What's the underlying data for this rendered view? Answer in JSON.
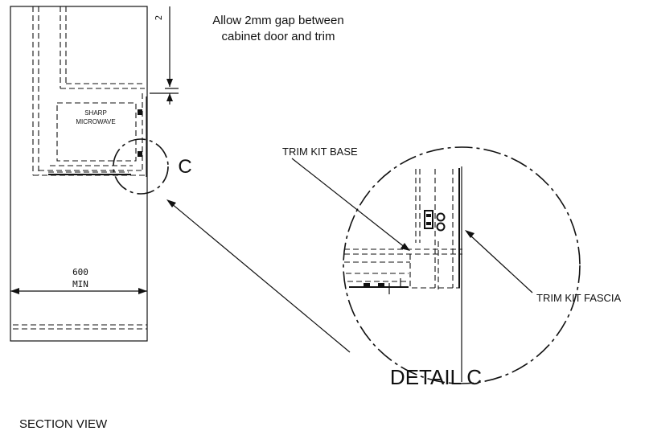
{
  "note": {
    "line1": "Allow 2mm gap between",
    "line2": "cabinet door and trim"
  },
  "gap_dimension": "2",
  "appliance": {
    "line1": "SHARP",
    "line2": "MICROWAVE"
  },
  "detail_marker": "C",
  "width_dimension": {
    "value": "600",
    "qualifier": "MIN"
  },
  "callouts": {
    "trim_kit_base": "TRIM KIT BASE",
    "trim_kit_fascia": "TRIM KIT FASCIA"
  },
  "detail_title": "DETAIL C",
  "view_title": "SECTION VIEW"
}
